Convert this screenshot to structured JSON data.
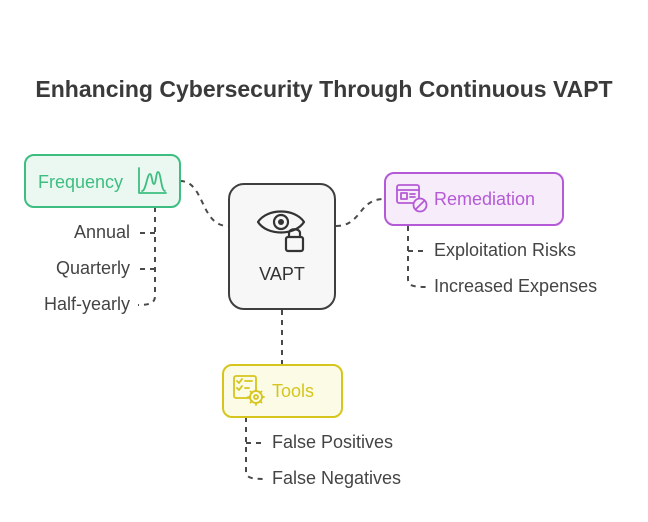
{
  "title": "Enhancing Cybersecurity Through Continuous VAPT",
  "center": {
    "label": "VAPT",
    "icon": "eye-lock-icon"
  },
  "frequency": {
    "label": "Frequency",
    "icon": "bell-curve-chart-icon",
    "color": "#3dbe80",
    "fill": "#eaf8f1",
    "items": [
      "Annual",
      "Quarterly",
      "Half-yearly"
    ]
  },
  "remediation": {
    "label": "Remediation",
    "icon": "browser-block-icon",
    "color": "#b55ad6",
    "fill": "#f6ecfa",
    "items": [
      "Exploitation Risks",
      "Increased Expenses"
    ]
  },
  "tools": {
    "label": "Tools",
    "icon": "checklist-gear-icon",
    "color": "#d6c51d",
    "fill": "#fcfbe6",
    "items": [
      "False Positives",
      "False Negatives"
    ]
  },
  "colors": {
    "title": "#3a3a3a",
    "text": "#444444",
    "connector": "#4a4a4a",
    "center_border": "#3f3f3f",
    "center_fill": "#f7f7f7"
  }
}
